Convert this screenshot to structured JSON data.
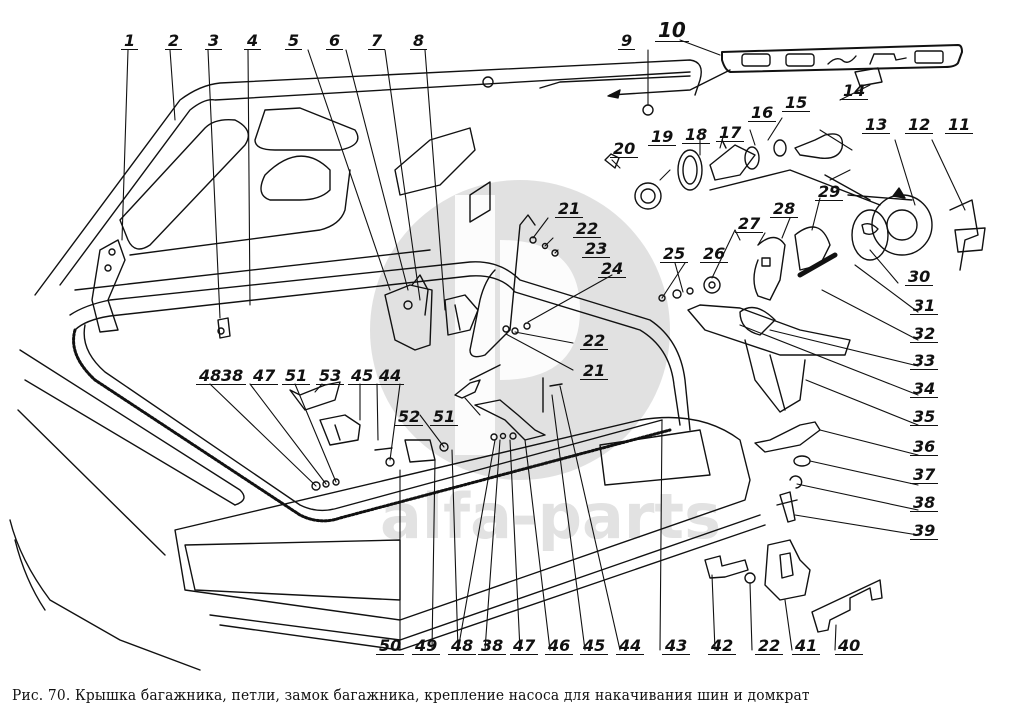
{
  "figure": {
    "caption": "Рис. 70. Крышка багажника, петли, замок багажника, крепление насоса для накачивания шин и домкрат",
    "watermark": "alfa-parts",
    "ink_color": "#111111",
    "watermark_color": "#d9d9d9"
  },
  "callouts": [
    {
      "id": "1",
      "label": "1"
    },
    {
      "id": "2",
      "label": "2"
    },
    {
      "id": "3",
      "label": "3"
    },
    {
      "id": "4",
      "label": "4"
    },
    {
      "id": "5",
      "label": "5"
    },
    {
      "id": "6",
      "label": "6"
    },
    {
      "id": "7",
      "label": "7"
    },
    {
      "id": "8",
      "label": "8"
    },
    {
      "id": "9",
      "label": "9"
    },
    {
      "id": "10",
      "label": "10"
    },
    {
      "id": "11",
      "label": "11"
    },
    {
      "id": "12",
      "label": "12"
    },
    {
      "id": "13",
      "label": "13"
    },
    {
      "id": "14",
      "label": "14"
    },
    {
      "id": "15",
      "label": "15"
    },
    {
      "id": "16",
      "label": "16"
    },
    {
      "id": "17",
      "label": "17"
    },
    {
      "id": "18",
      "label": "18"
    },
    {
      "id": "19",
      "label": "19"
    },
    {
      "id": "20",
      "label": "20"
    },
    {
      "id": "21a",
      "label": "21"
    },
    {
      "id": "22a",
      "label": "22"
    },
    {
      "id": "23",
      "label": "23"
    },
    {
      "id": "24",
      "label": "24"
    },
    {
      "id": "22b",
      "label": "22"
    },
    {
      "id": "21b",
      "label": "21"
    },
    {
      "id": "25",
      "label": "25"
    },
    {
      "id": "26",
      "label": "26"
    },
    {
      "id": "27",
      "label": "27"
    },
    {
      "id": "28",
      "label": "28"
    },
    {
      "id": "29",
      "label": "29"
    },
    {
      "id": "30",
      "label": "30"
    },
    {
      "id": "31",
      "label": "31"
    },
    {
      "id": "32",
      "label": "32"
    },
    {
      "id": "33",
      "label": "33"
    },
    {
      "id": "34",
      "label": "34"
    },
    {
      "id": "35",
      "label": "35"
    },
    {
      "id": "36",
      "label": "36"
    },
    {
      "id": "37",
      "label": "37"
    },
    {
      "id": "38a",
      "label": "38"
    },
    {
      "id": "39",
      "label": "39"
    },
    {
      "id": "48a",
      "label": "48"
    },
    {
      "id": "38b",
      "label": "38"
    },
    {
      "id": "47a",
      "label": "47"
    },
    {
      "id": "51a",
      "label": "51"
    },
    {
      "id": "53",
      "label": "53"
    },
    {
      "id": "45a",
      "label": "45"
    },
    {
      "id": "44a",
      "label": "44"
    },
    {
      "id": "52",
      "label": "52"
    },
    {
      "id": "51b",
      "label": "51"
    },
    {
      "id": "50",
      "label": "50"
    },
    {
      "id": "49",
      "label": "49"
    },
    {
      "id": "48b",
      "label": "48"
    },
    {
      "id": "38c",
      "label": "38"
    },
    {
      "id": "47b",
      "label": "47"
    },
    {
      "id": "46",
      "label": "46"
    },
    {
      "id": "45b",
      "label": "45"
    },
    {
      "id": "44b",
      "label": "44"
    },
    {
      "id": "43",
      "label": "43"
    },
    {
      "id": "42",
      "label": "42"
    },
    {
      "id": "22c",
      "label": "22"
    },
    {
      "id": "41",
      "label": "41"
    },
    {
      "id": "40",
      "label": "40"
    }
  ]
}
